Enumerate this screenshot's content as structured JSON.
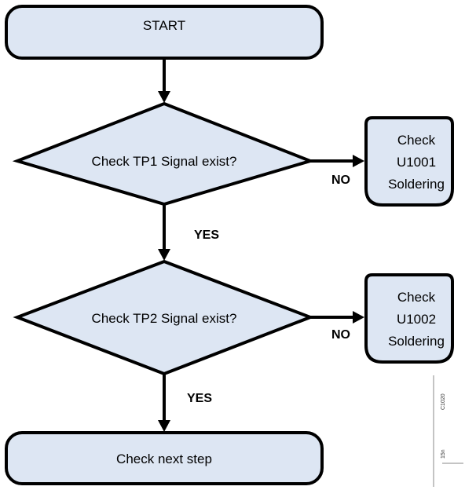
{
  "nodes": {
    "start": {
      "label": "START"
    },
    "decision_tp1": {
      "label": "Check TP1 Signal exist?"
    },
    "action_u1001": {
      "lines": [
        "Check",
        "U1001",
        "Soldering"
      ]
    },
    "decision_tp2": {
      "label": "Check TP2 Signal exist?"
    },
    "action_u1002": {
      "lines": [
        "Check",
        "U1002",
        "Soldering"
      ]
    },
    "next_step": {
      "label": "Check next step"
    }
  },
  "edges": {
    "tp1_no": "NO",
    "tp1_yes": "YES",
    "tp2_no": "NO",
    "tp2_yes": "YES"
  },
  "background_fragment": {
    "labels": [
      "C1020",
      "15n"
    ]
  },
  "colors": {
    "node_fill": "#dde6f3",
    "stroke": "#000000"
  }
}
